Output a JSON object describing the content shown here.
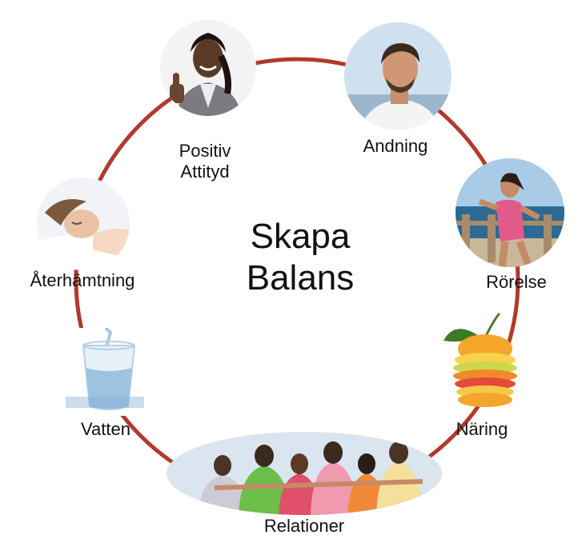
{
  "center": {
    "line1": "Skapa",
    "line2": "Balans"
  },
  "ring_color": "#b23a2a",
  "nodes": [
    {
      "id": "positiv-attityd",
      "label_line1": "Positiv",
      "label_line2": "Attityd",
      "icon": "thumbs-up-woman"
    },
    {
      "id": "andning",
      "label_line1": "Andning",
      "icon": "breathing-man"
    },
    {
      "id": "rorelse",
      "label_line1": "Rörelse",
      "icon": "running-woman"
    },
    {
      "id": "naring",
      "label_line1": "Näring",
      "icon": "fruit-stack"
    },
    {
      "id": "relationer",
      "label_line1": "Relationer",
      "icon": "group-of-friends"
    },
    {
      "id": "vatten",
      "label_line1": "Vatten",
      "icon": "water-glass"
    },
    {
      "id": "aterhamtning",
      "label_line1": "Återhämtning",
      "icon": "sleeping-woman"
    }
  ]
}
